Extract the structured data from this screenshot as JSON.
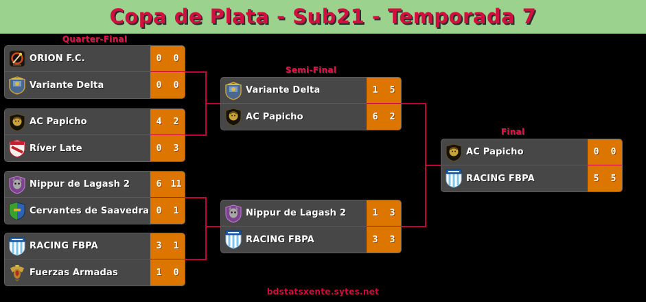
{
  "title": "Copa de Plata - Sub21 - Temporada 7",
  "footer": {
    "url": "bdstatsxente.sytes.net"
  },
  "colors": {
    "background": "#000000",
    "header_green": "#9bd28e",
    "accent_crimson": "#c40136",
    "title_crimson": "#d11040",
    "box_gray": "#474747",
    "score_orange": "#dd7600",
    "text_white": "#ffffff"
  },
  "rounds": [
    {
      "label": "Quarter-Final",
      "matches": [
        {
          "teams": [
            {
              "name": "ORION F.C.",
              "logo": "orion-fc-crest",
              "scores": [
                "0",
                "0"
              ]
            },
            {
              "name": "Variante Delta",
              "logo": "variante-delta-crest",
              "scores": [
                "0",
                "0"
              ]
            }
          ]
        },
        {
          "teams": [
            {
              "name": "AC Papicho",
              "logo": "ac-papicho-crest",
              "scores": [
                "4",
                "2"
              ]
            },
            {
              "name": "Ríver Late",
              "logo": "river-late-crest",
              "scores": [
                "0",
                "3"
              ]
            }
          ]
        },
        {
          "teams": [
            {
              "name": "Nippur de Lagash 2",
              "logo": "nippur-de-lagash-crest",
              "scores": [
                "6",
                "11"
              ]
            },
            {
              "name": "Cervantes de Saavedra",
              "logo": "cervantes-de-saavedra-crest",
              "scores": [
                "0",
                "1"
              ]
            }
          ]
        },
        {
          "teams": [
            {
              "name": "RACING FBPA",
              "logo": "racing-fbpa-crest",
              "scores": [
                "3",
                "1"
              ]
            },
            {
              "name": "Fuerzas Armadas",
              "logo": "fuerzas-armadas-crest",
              "scores": [
                "1",
                "0"
              ]
            }
          ]
        }
      ]
    },
    {
      "label": "Semi-Final",
      "matches": [
        {
          "teams": [
            {
              "name": "Variante Delta",
              "logo": "variante-delta-crest",
              "scores": [
                "1",
                "5"
              ]
            },
            {
              "name": "AC Papicho",
              "logo": "ac-papicho-crest",
              "scores": [
                "6",
                "2"
              ]
            }
          ]
        },
        {
          "teams": [
            {
              "name": "Nippur de Lagash 2",
              "logo": "nippur-de-lagash-crest",
              "scores": [
                "1",
                "3"
              ]
            },
            {
              "name": "RACING FBPA",
              "logo": "racing-fbpa-crest",
              "scores": [
                "3",
                "3"
              ]
            }
          ]
        }
      ]
    },
    {
      "label": "Final",
      "matches": [
        {
          "teams": [
            {
              "name": "AC Papicho",
              "logo": "ac-papicho-crest",
              "scores": [
                "0",
                "0"
              ]
            },
            {
              "name": "RACING FBPA",
              "logo": "racing-fbpa-crest",
              "scores": [
                "5",
                "5"
              ]
            }
          ]
        }
      ]
    }
  ]
}
